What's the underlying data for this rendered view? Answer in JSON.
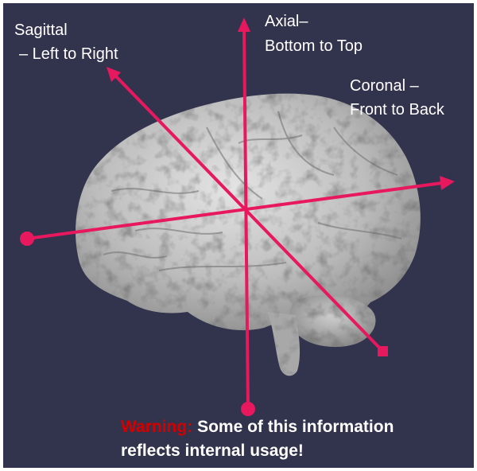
{
  "labels": {
    "sagittal_line1": "Sagittal",
    "sagittal_line2": "– Left to Right",
    "axial_line1": "Axial–",
    "axial_line2": "Bottom to Top",
    "coronal_line1": "Coronal –",
    "coronal_line2": "Front to Back"
  },
  "warning": {
    "label": "Warning:",
    "line1": "Some of this information",
    "line2": "reflects internal usage!"
  },
  "colors": {
    "background": "#32334d",
    "axis": "#e8185f",
    "brain": "#c9c9c9",
    "warning_label": "#d40000",
    "text": "#ffffff"
  }
}
